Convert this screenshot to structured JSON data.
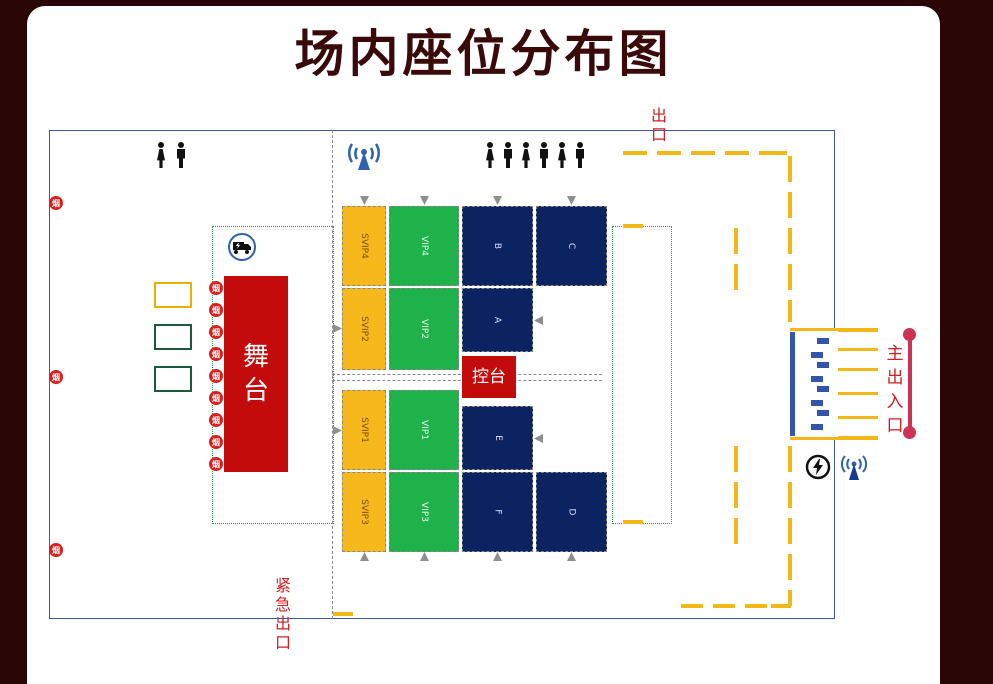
{
  "title": "场内座位分布图",
  "stage": {
    "label": "舞台"
  },
  "control": {
    "label": "控台"
  },
  "exits": {
    "top_exit": "出口",
    "emergency_exit": "紧急出口",
    "main_entrance": "主出入口"
  },
  "smoke_label": "烟",
  "sections": {
    "svip4": "SVIP4",
    "svip2": "SVIP2",
    "svip1": "SVIP1",
    "svip3": "SVIP3",
    "vip4": "VIP4",
    "vip2": "VIP2",
    "vip1": "VIP1",
    "vip3": "VIP3",
    "b": "B",
    "c": "C",
    "a": "A",
    "e": "E",
    "f": "F",
    "d": "D"
  },
  "colors": {
    "svip": "#f6b81a",
    "vip": "#1fb24a",
    "general": "#0b2360",
    "stage": "#c40b0b",
    "exit_text": "#d21e1e",
    "route": "#f2b817",
    "box_yellow": "#e8b000",
    "box_green": "#1a5a3a"
  },
  "icons": {
    "restroom_left": "restroom-icon",
    "restroom_right": "restroom-icon",
    "signal": "wifi-tower-icon",
    "truck": "equipment-truck-icon",
    "power": "power-icon"
  }
}
